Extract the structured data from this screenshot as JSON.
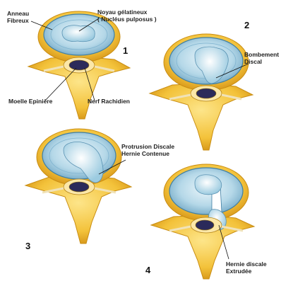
{
  "stages": [
    {
      "number": "1"
    },
    {
      "number": "2"
    },
    {
      "number": "3"
    },
    {
      "number": "4"
    }
  ],
  "labels": {
    "annulus": [
      "Anneau",
      "Fibreux"
    ],
    "nucleus": [
      "Noyau gélatineux",
      "( Nucléus pulposus )"
    ],
    "cord": "Moelle Epinière",
    "nerve": "Nerf Rachidien",
    "bulge": [
      "Bombement",
      "Discal"
    ],
    "protrusion": [
      "Protrusion Discale",
      "Hernie Contenue"
    ],
    "extruded": [
      "Hernie discale",
      "Extrudée"
    ]
  },
  "colors": {
    "bone": "#f3c23a",
    "bone_light": "#fde58a",
    "bone_edge": "#c98d12",
    "annulus": "#9dc9df",
    "annulus_edge": "#3f7ea2",
    "nucleus": "#cfe7f1",
    "cord": "#2b2a5a"
  }
}
